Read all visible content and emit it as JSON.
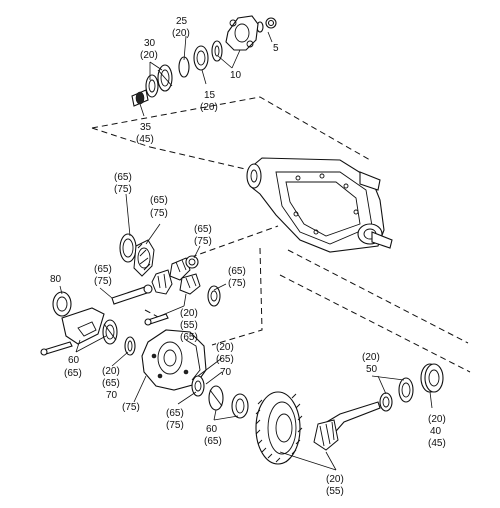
{
  "labels": {
    "l25": "25",
    "l20a": "(20)",
    "l30": "30",
    "l20b": "(20)",
    "l5": "5",
    "l10": "10",
    "l15": "15",
    "l20c": "(20)",
    "l35": "35",
    "l45a": "(45)",
    "l65a": "(65)",
    "l75a": "(75)",
    "l65b": "(65)",
    "l75b": "(75)",
    "l65c": "(65)",
    "l75c": "(75)",
    "l80": "80",
    "l65d": "(65)",
    "l75d": "(75)",
    "l65e": "(65)",
    "l75e": "(75)",
    "l20d": "(20)",
    "l55a": "(55)",
    "l65f": "(65)",
    "l60a": "60",
    "l65g": "(65)",
    "l20e": "(20)",
    "l65h": "(65)",
    "l70a": "70",
    "l75f": "(75)",
    "l20f": "(20)",
    "l65i": "(65)",
    "l70b": "70",
    "l65j": "(65)",
    "l75g": "(75)",
    "l60b": "60",
    "l65k": "(65)",
    "l20g": "(20)",
    "l50": "50",
    "l20h": "(20)",
    "l40": "40",
    "l45b": "(45)",
    "l20i": "(20)",
    "l55b": "(55)"
  }
}
